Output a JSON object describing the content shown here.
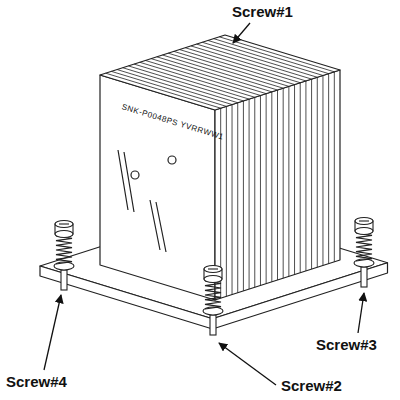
{
  "diagram": {
    "labels": [
      "Screw#1",
      "SNK-P0048PS YVRRWW1",
      "Screw#3",
      "Screw#4",
      "Screw#2"
    ]
  }
}
